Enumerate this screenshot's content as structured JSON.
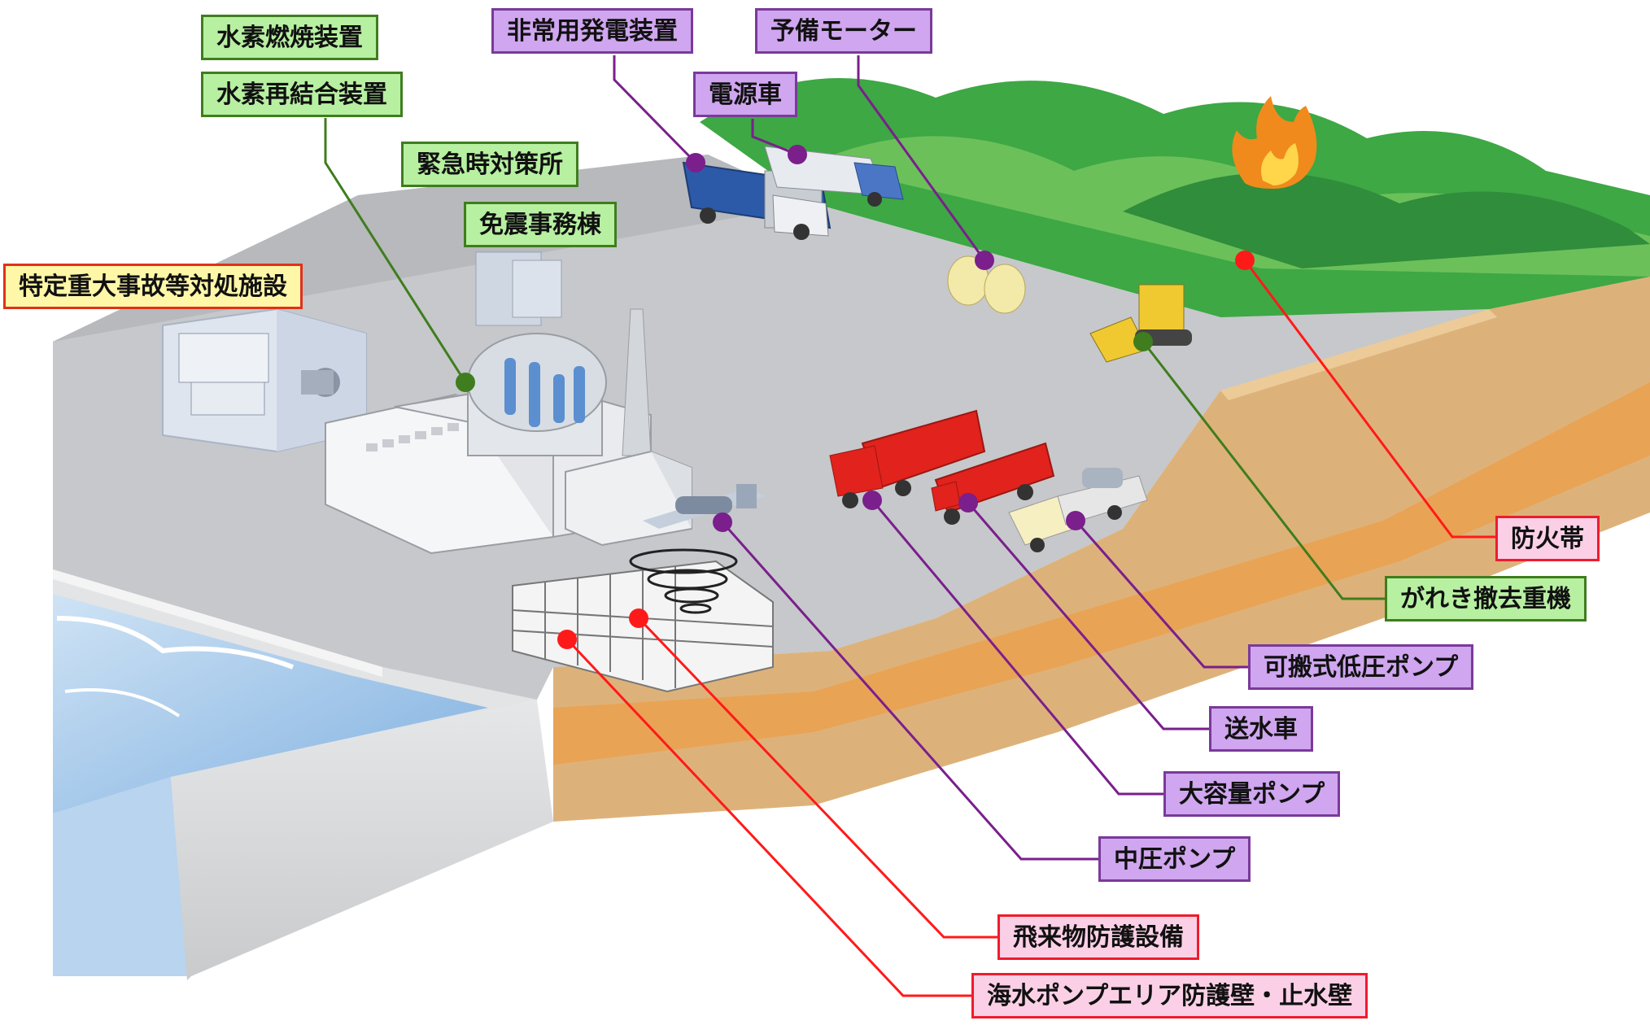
{
  "colors": {
    "green": "#3f7d1e",
    "purple": "#7a1f8c",
    "red": "#ff1a1a",
    "ground": "#c7c9cc",
    "earth": "#dcb37a",
    "sea": "#9cc3e6",
    "hill": "#3da844"
  },
  "labels": {
    "suiso_nensho": "水素燃焼装置",
    "suiso_saiketsugo": "水素再結合装置",
    "kinkyuji": "緊急時対策所",
    "mensin": "免震事務棟",
    "tokutei": "特定重大事故等対処施設",
    "hijoyo": "非常用発電装置",
    "yobi_motor": "予備モーター",
    "dengensha": "電源車",
    "bokatai": "防火帯",
    "gareki": "がれき撤去重機",
    "kahanshiki": "可搬式低圧ポンプ",
    "sosuisha": "送水車",
    "daiyoryo": "大容量ポンプ",
    "chuatsu": "中圧ポンプ",
    "hiraibutsu": "飛来物防護設備",
    "kaisui": "海水ポンプエリア防護壁・止水壁"
  }
}
